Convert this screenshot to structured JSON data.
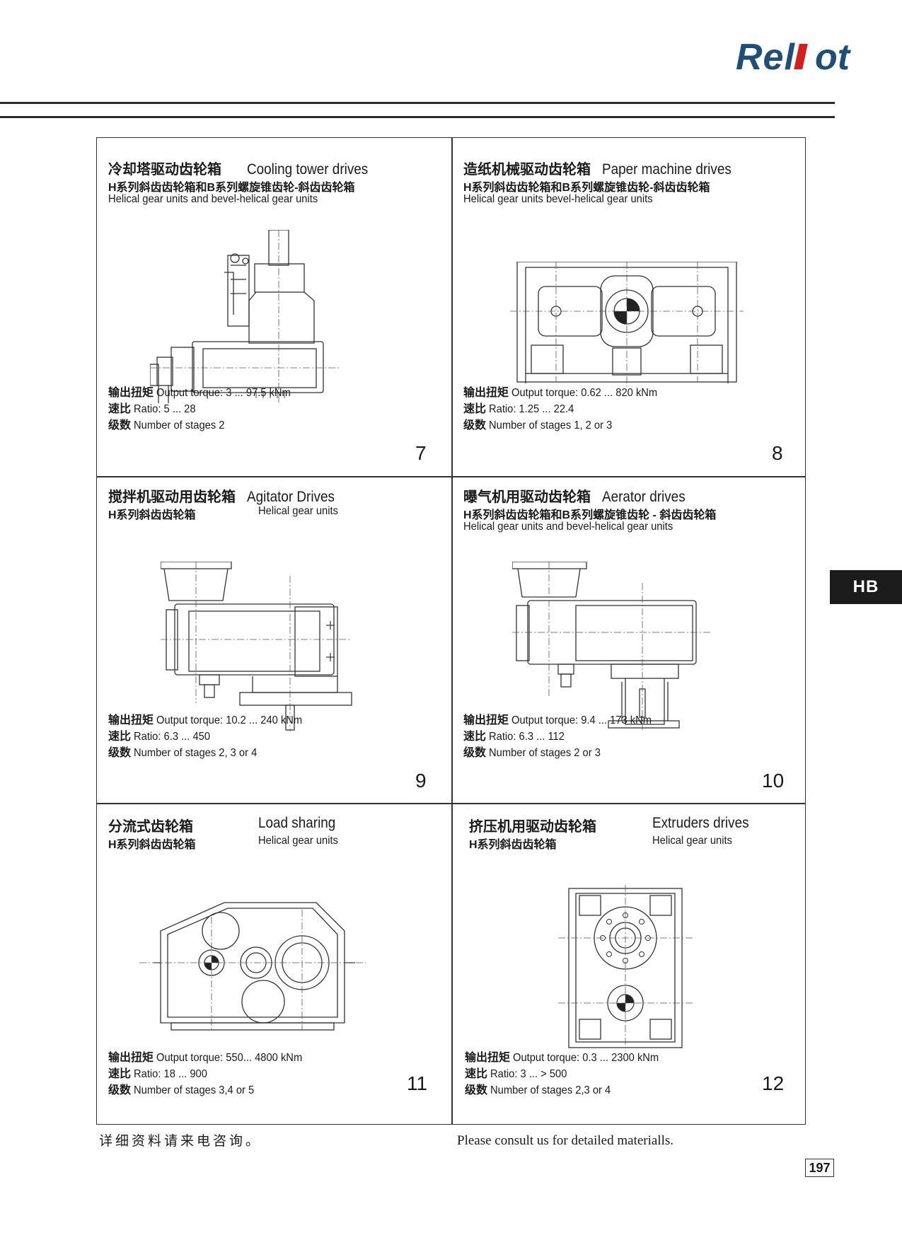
{
  "brand": {
    "name": "Relot",
    "color": "#1f4e79",
    "accent": "#d02020"
  },
  "side_tab": "HB",
  "cells": [
    {
      "title_cn": "冷却塔驱动齿轮箱",
      "title_en": "Cooling tower drives",
      "sub_cn": "H系列斜齿齿轮箱和B系列螺旋锥齿轮-斜齿齿轮箱",
      "sub_en": "Helical gear units and bevel-helical gear units",
      "torque_cn": "输出扭矩",
      "torque": "Output torque: 3 ... 97.5 kNm",
      "ratio_cn": "速比",
      "ratio": "Ratio: 5 ... 28",
      "stages_cn": "级数",
      "stages": "Number of stages 2",
      "number": "7"
    },
    {
      "title_cn": "造纸机械驱动齿轮箱",
      "title_en": "Paper machine drives",
      "sub_cn": "H系列斜齿齿轮箱和B系列螺旋锥齿轮-斜齿齿轮箱",
      "sub_en": "Helical gear units bevel-helical gear units",
      "torque_cn": "输出扭矩",
      "torque": "Output torque: 0.62 ... 820 kNm",
      "ratio_cn": "速比",
      "ratio": "Ratio: 1.25 ... 22.4",
      "stages_cn": "级数",
      "stages": "Number of stages 1, 2 or 3",
      "number": "8"
    },
    {
      "title_cn": "搅拌机驱动用齿轮箱",
      "title_en": "Agitator Drives",
      "sub_cn": "H系列斜齿齿轮箱",
      "sub_en": "Helical gear units",
      "torque_cn": "输出扭矩",
      "torque": "Output torque: 10.2 ... 240 kNm",
      "ratio_cn": "速比",
      "ratio": "Ratio: 6.3 ... 450",
      "stages_cn": "级数",
      "stages": "Number of stages 2, 3 or 4",
      "number": "9"
    },
    {
      "title_cn": "曝气机用驱动齿轮箱",
      "title_en": "Aerator drives",
      "sub_cn": "H系列斜齿齿轮箱和B系列螺旋锥齿轮 - 斜齿齿轮箱",
      "sub_en": "Helical gear units and bevel-helical gear units",
      "torque_cn": "输出扭矩",
      "torque": "Output torque: 9.4 ... 173 kNm",
      "ratio_cn": "速比",
      "ratio": "Ratio: 6.3 ... 112",
      "stages_cn": "级数",
      "stages": "Number of stages 2 or 3",
      "number": "10"
    },
    {
      "title_cn": "分流式齿轮箱",
      "title_en": "Load sharing",
      "sub_cn": "H系列斜齿齿轮箱",
      "sub_en": "Helical gear units",
      "torque_cn": "输出扭矩",
      "torque": "Output torque: 550... 4800 kNm",
      "ratio_cn": "速比",
      "ratio": "Ratio: 18 ... 900",
      "stages_cn": "级数",
      "stages": "Number of stages 3,4 or 5",
      "number": "11"
    },
    {
      "title_cn": "挤压机用驱动齿轮箱",
      "title_en": "Extruders drives",
      "sub_cn": "H系列斜齿齿轮箱",
      "sub_en": "Helical gear units",
      "torque_cn": "输出扭矩",
      "torque": "Output torque: 0.3 ... 2300 kNm",
      "ratio_cn": "速比",
      "ratio": "Ratio: 3 ... > 500",
      "stages_cn": "级数",
      "stages": "Number of stages 2,3 or 4",
      "number": "12"
    }
  ],
  "footer": {
    "note_cn": "详细资料请来电咨询。",
    "note_en": "Please consult us for detailed materialls.",
    "page_number": "197"
  }
}
